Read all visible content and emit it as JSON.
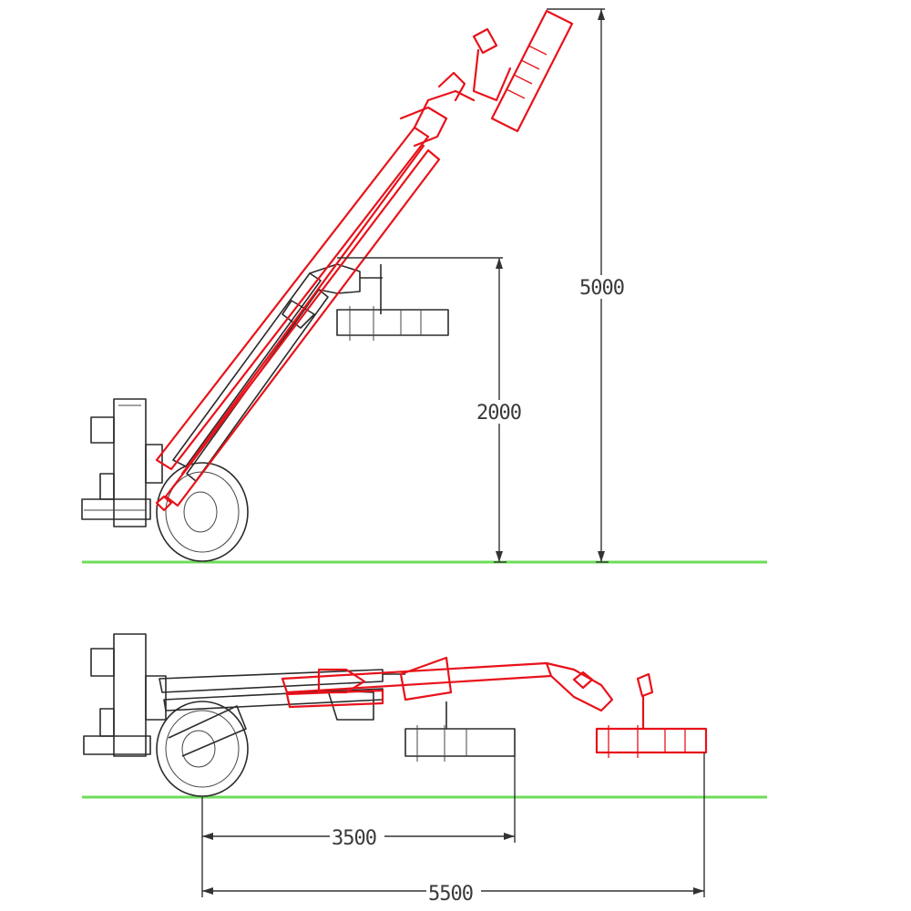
{
  "colors": {
    "ground": "#6ddc5a",
    "extended_arm": "#e8121a",
    "retracted_arm": "#2b2b2b",
    "dimension": "#333333"
  },
  "side_view": {
    "height_max_label": "5000",
    "height_low_label": "2000"
  },
  "top_view": {
    "reach_short_label": "3500",
    "reach_long_label": "5500"
  }
}
